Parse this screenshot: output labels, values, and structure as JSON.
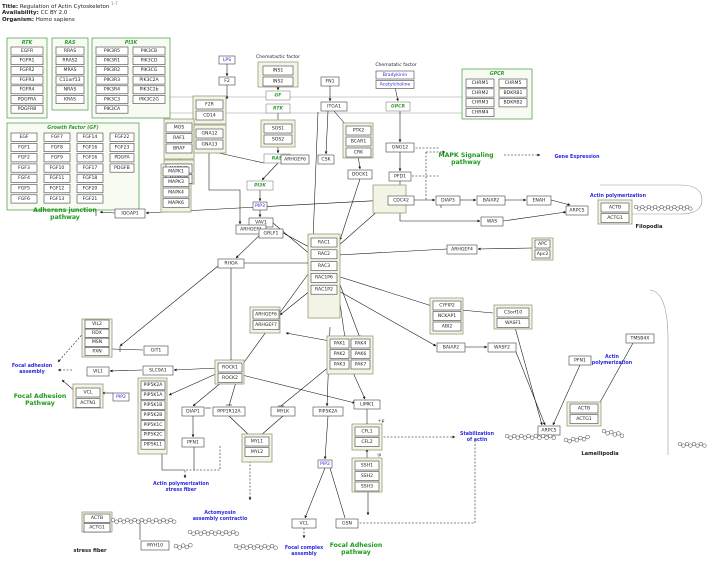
{
  "header": {
    "title_label": "Title:",
    "title": "Regulation of Actin Cytoskeleton",
    "version": "1-7",
    "availability_label": "Availability:",
    "availability": "CC BY 2.0",
    "organism_label": "Organism:",
    "organism": "Homo sapiens"
  },
  "panels": {
    "rtk": {
      "title": "RTK",
      "genes": [
        "EGFR",
        "FGFR1",
        "FGFR2",
        "FGFR3",
        "FGFR4",
        "PDGFRA",
        "PDGFRB"
      ]
    },
    "ras": {
      "title": "RAS",
      "genes": [
        "RRAS",
        "RRAS2",
        "MRAS",
        "C11orf13",
        "NRAS",
        "KRAS"
      ]
    },
    "pi3k": {
      "title": "PI3K",
      "col1": [
        "PIK3R5",
        "PIK3R1",
        "PIK3R2",
        "PIK3R3",
        "PIK3R4",
        "PIK3C3",
        "PIK3CA"
      ],
      "col2": [
        "PIK3CB",
        "PIK3CD",
        "PIK3CG",
        "PIK3C2A",
        "PIK3C2b",
        "PIK3C2G"
      ]
    },
    "gf": {
      "title": "Growth Factor (GF)",
      "col1": [
        "EGF",
        "FGF1",
        "FGF2",
        "FGF3",
        "FGF4",
        "FGF5",
        "FGF6"
      ],
      "col2": [
        "FGF7",
        "FGF8",
        "FGF9",
        "FGF10",
        "FGF11",
        "FGF12",
        "FGF13"
      ],
      "col3": [
        "FGF14",
        "FGF16",
        "FGF16",
        "FGF17",
        "FGF18",
        "FGF20",
        "FGF21"
      ],
      "col4": [
        "FGF22",
        "FGF23",
        "PDGFA",
        "PDGFB"
      ]
    },
    "gpcr": {
      "title": "GPCR",
      "col1": [
        "CHRM1",
        "CHRM2",
        "CHRM3",
        "CHRM4"
      ],
      "col2": [
        "CHRM5",
        "BDKRB1",
        "BDKRB2"
      ]
    }
  },
  "labels": {
    "chemotactic": "Chemotactic factor",
    "chematatic": "Chematatic factor",
    "filopodia": "Filopodia",
    "lamellipodia": "Lamellipodia",
    "stress_fiber": "stress fiber",
    "plus_p1": "+p",
    "plus_p2": "-p"
  },
  "pathways": {
    "mapk": [
      "MAPK Signaling",
      "pathway"
    ],
    "adherens": [
      "Adherens junction",
      "pathway"
    ],
    "focal1": [
      "Focal Adhesion",
      "Pathway"
    ],
    "focal2": [
      "Focal Adhesion",
      "pathway"
    ]
  },
  "blue_labels": {
    "gene_expression": "Gene Expression",
    "actin_poly1": "Actin polymerization",
    "actin_poly2": [
      "Actin",
      "polymerization"
    ],
    "focal_assembly": [
      "Focal adhesion",
      "assembly"
    ],
    "stabilization": [
      "Stabilization",
      "of actin"
    ],
    "actin_stress": [
      "Actin polymerization",
      "stress fiber"
    ],
    "actomyosin": [
      "Actomyosin",
      "assembly contractio"
    ],
    "focal_complex": [
      "Focal complex",
      "assembly"
    ]
  },
  "nodes": {
    "lps": "LPS",
    "f2": "F2",
    "f2r": "F2R",
    "cd14": "CD14",
    "gna12": "GNA12",
    "gna13": "GNA13",
    "ins1": "INS1",
    "ins2": "INS2",
    "gf": "GF",
    "rtk": "RTK",
    "sos1": "SOS1",
    "sos2": "SOS2",
    "ras": "RAS",
    "pi3k": "PI3K",
    "pip3": "PIP3",
    "vav1": "VAV1",
    "fn1": "FN1",
    "itga1": "ITGA1",
    "ptk2": "PTK2",
    "bcar1": "BCAR1",
    "crk": "CRK",
    "dock1": "DOCK1",
    "csk": "CSK",
    "bradykinin": "Bradykinin",
    "acetylcholine": "Acetylcholine",
    "gpcr": "GPCR",
    "gng12": "GNG12",
    "pfd1": "PFD1",
    "mos": "MOS",
    "raf1": "RAF1",
    "braf": "BRAF",
    "map2k1": "MAP2K1",
    "map2k2": "MAP2K2",
    "mapk1": "MAPK1",
    "mapk3": "MAPK3",
    "mapk4": "MAPK4",
    "mapk6": "MAPK6",
    "arhgef6": "ARHGEF6",
    "iqgap1": "IQGAP1",
    "cdc42": "CDC42",
    "diap3": "DIAP3",
    "baiap2a": "BAIAP2",
    "enah": "ENAH",
    "was": "WAS",
    "arpc5a": "ARPC5",
    "actb1": "ACTB",
    "actg1a": "ACTG1",
    "arhgef1": "ARHGEF1",
    "grlf1": "GRLF1",
    "rhoa": "RHOA",
    "rac1": "RAC1",
    "rac2": "RAC2",
    "rac3": "RAC3",
    "rac1p6": "RAC1P6",
    "rac1p2": "RAC1P2",
    "arhgef4": "ARHGEF4",
    "apc": "APC",
    "apc2": "Apc2",
    "arhgef6b": "ARHGEF6",
    "arhgef7": "ARHGEF7",
    "cyfip2": "CYFIP2",
    "nckap1": "NCKAP1",
    "abi2": "ABI2",
    "c3orf10": "C3orf10",
    "wasf1": "WASF1",
    "baiap2b": "BAIAP2",
    "wasf2": "WASF2",
    "tmsb4x": "TMSB4X",
    "pfn1": "PFN1",
    "vil2": "VIL2",
    "rdx": "RDX",
    "msn": "MSN",
    "pxn": "PXN",
    "git1": "GIT1",
    "vil1": "VIL1",
    "slc9a1": "SLC9A1",
    "vcl": "VCL",
    "actn1": "ACTN1",
    "pip2a": "PIP2",
    "rock1": "ROCK1",
    "rock2": "ROCK2",
    "pak1": "PAK1",
    "pak2": "PAK2",
    "pak3": "PAK3",
    "pak4": "PAK4",
    "pak6": "PAK6",
    "pak7": "PAK7",
    "pip5k2a": "PIP5K2A",
    "pip5k1a": "PIP5K1A",
    "pip5k1b": "PIP5K1B",
    "pip5k2b": "PIP5K2B",
    "pip5k1c": "PIP5K1C",
    "pip5k2c": "PIP5K2C",
    "pip5kl1": "PIP5KL1",
    "diap1": "DIAP1",
    "ppp1r12a": "PPP1R12A",
    "mylk": "MYLK",
    "pip5k2a2": "PIP5K2A",
    "limk1": "LIMK1",
    "pfn1b": "PFN1",
    "myl1": "MYL1",
    "myl2": "MYL2",
    "cfl1": "CFL1",
    "cfl2": "CFL2",
    "ssh1": "SSH1",
    "ssh2": "SSH2",
    "ssh3": "SSH3",
    "pip2b": "PIP2",
    "vclb": "VCL",
    "gsn": "GSN",
    "arpc5b": "ARPC5",
    "actb2": "ACTB",
    "actg1b": "ACTG1",
    "actb3": "ACTB",
    "actg1c": "ACTG1",
    "myh10": "MYH10"
  }
}
